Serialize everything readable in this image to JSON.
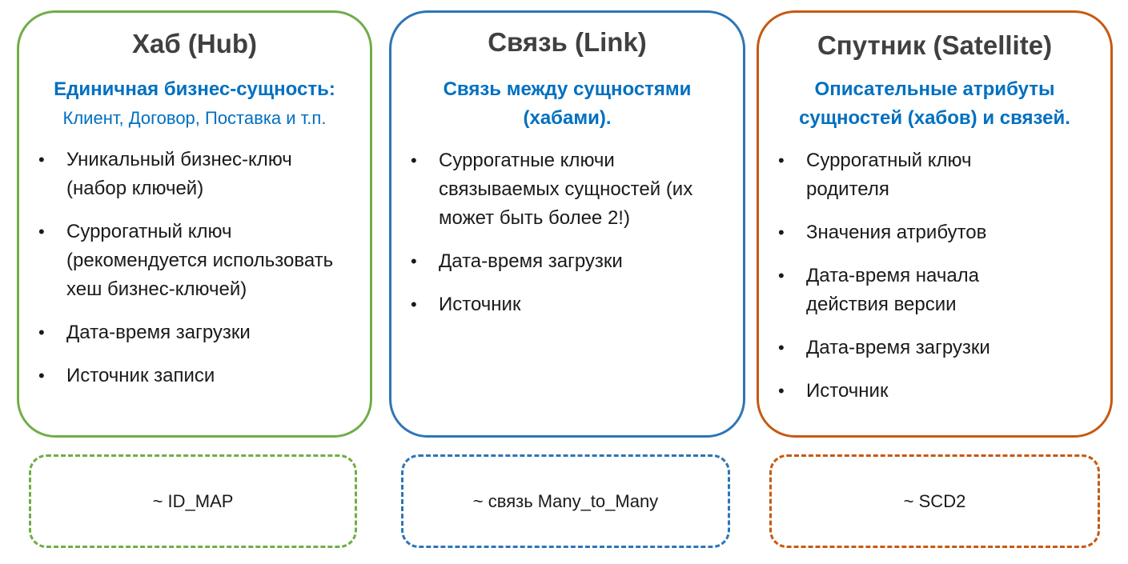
{
  "colors": {
    "hub": "#70ad47",
    "link": "#2e75b6",
    "satellite": "#c55a11",
    "accent_text": "#0070c0"
  },
  "hub": {
    "title": "Хаб (Hub)",
    "subtitle_bold": "Единичная бизнес-сущность:",
    "subtitle_normal": "Клиент, Договор, Поставка и т.п.",
    "items": [
      "Уникальный бизнес-ключ (набор ключей)",
      "Суррогатный ключ (рекомендуется использовать хеш бизнес-ключей)",
      "Дата-время загрузки",
      "Источник записи"
    ],
    "note": "~ ID_MAP"
  },
  "link": {
    "title": "Связь (Link)",
    "subtitle_bold": "Связь между сущностями (хабами).",
    "items": [
      "Суррогатные ключи связываемых сущностей (их может быть более 2!)",
      "Дата-время загрузки",
      "Источник"
    ],
    "note": "~ связь Many_to_Many"
  },
  "satellite": {
    "title": "Спутник (Satellite)",
    "subtitle_bold": "Описательные атрибуты сущностей (хабов) и связей.",
    "items": [
      "Суррогатный ключ родителя",
      "Значения атрибутов",
      "Дата-время начала действия версии",
      "Дата-время загрузки",
      "Источник"
    ],
    "note": "~ SCD2"
  }
}
